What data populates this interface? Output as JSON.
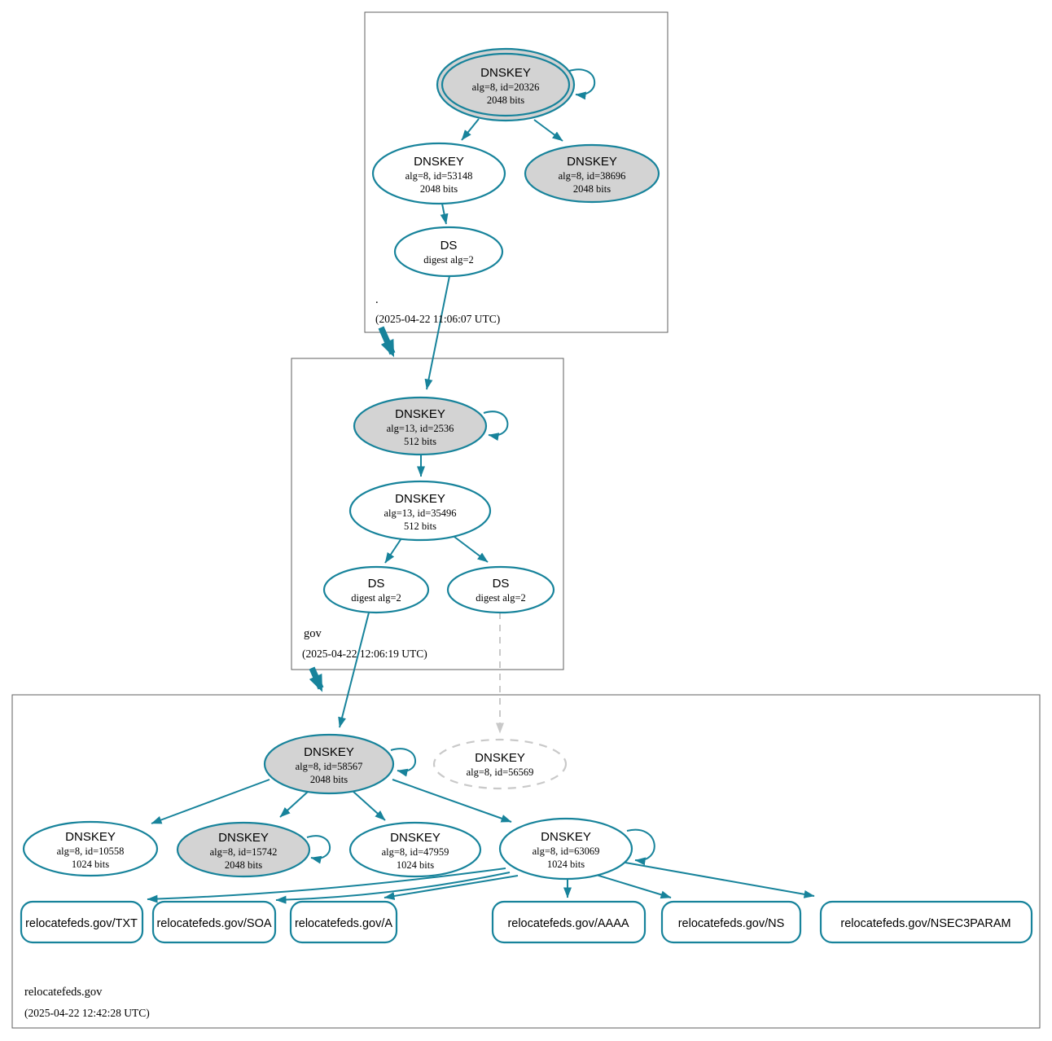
{
  "zones": {
    "root": {
      "label": ".",
      "timestamp": "(2025-04-22 11:06:07 UTC)"
    },
    "gov": {
      "label": "gov",
      "timestamp": "(2025-04-22 12:06:19 UTC)"
    },
    "relocatefeds": {
      "label": "relocatefeds.gov",
      "timestamp": "(2025-04-22 12:42:28 UTC)"
    }
  },
  "nodes": {
    "root_ksk": {
      "title": "DNSKEY",
      "detail": "alg=8, id=20326",
      "bits": "2048 bits"
    },
    "root_zsk_53148": {
      "title": "DNSKEY",
      "detail": "alg=8, id=53148",
      "bits": "2048 bits"
    },
    "root_zsk_38696": {
      "title": "DNSKEY",
      "detail": "alg=8, id=38696",
      "bits": "2048 bits"
    },
    "root_ds": {
      "title": "DS",
      "detail": "digest alg=2"
    },
    "gov_ksk": {
      "title": "DNSKEY",
      "detail": "alg=13, id=2536",
      "bits": "512 bits"
    },
    "gov_zsk": {
      "title": "DNSKEY",
      "detail": "alg=13, id=35496",
      "bits": "512 bits"
    },
    "gov_ds_left": {
      "title": "DS",
      "detail": "digest alg=2"
    },
    "gov_ds_right": {
      "title": "DS",
      "detail": "digest alg=2"
    },
    "rf_ksk": {
      "title": "DNSKEY",
      "detail": "alg=8, id=58567",
      "bits": "2048 bits"
    },
    "rf_missing": {
      "title": "DNSKEY",
      "detail": "alg=8, id=56569"
    },
    "rf_key_10558": {
      "title": "DNSKEY",
      "detail": "alg=8, id=10558",
      "bits": "1024 bits"
    },
    "rf_key_15742": {
      "title": "DNSKEY",
      "detail": "alg=8, id=15742",
      "bits": "2048 bits"
    },
    "rf_key_47959": {
      "title": "DNSKEY",
      "detail": "alg=8, id=47959",
      "bits": "1024 bits"
    },
    "rf_zsk_63069": {
      "title": "DNSKEY",
      "detail": "alg=8, id=63069",
      "bits": "1024 bits"
    }
  },
  "rrsets": [
    {
      "label": "relocatefeds.gov/TXT"
    },
    {
      "label": "relocatefeds.gov/SOA"
    },
    {
      "label": "relocatefeds.gov/A"
    },
    {
      "label": "relocatefeds.gov/AAAA"
    },
    {
      "label": "relocatefeds.gov/NS"
    },
    {
      "label": "relocatefeds.gov/NSEC3PARAM"
    }
  ],
  "colors": {
    "secure_teal": "#17839b",
    "node_gray_fill": "#d3d3d3",
    "insecure_gray": "#c9c9c9",
    "zone_border": "#5f5f5f"
  }
}
